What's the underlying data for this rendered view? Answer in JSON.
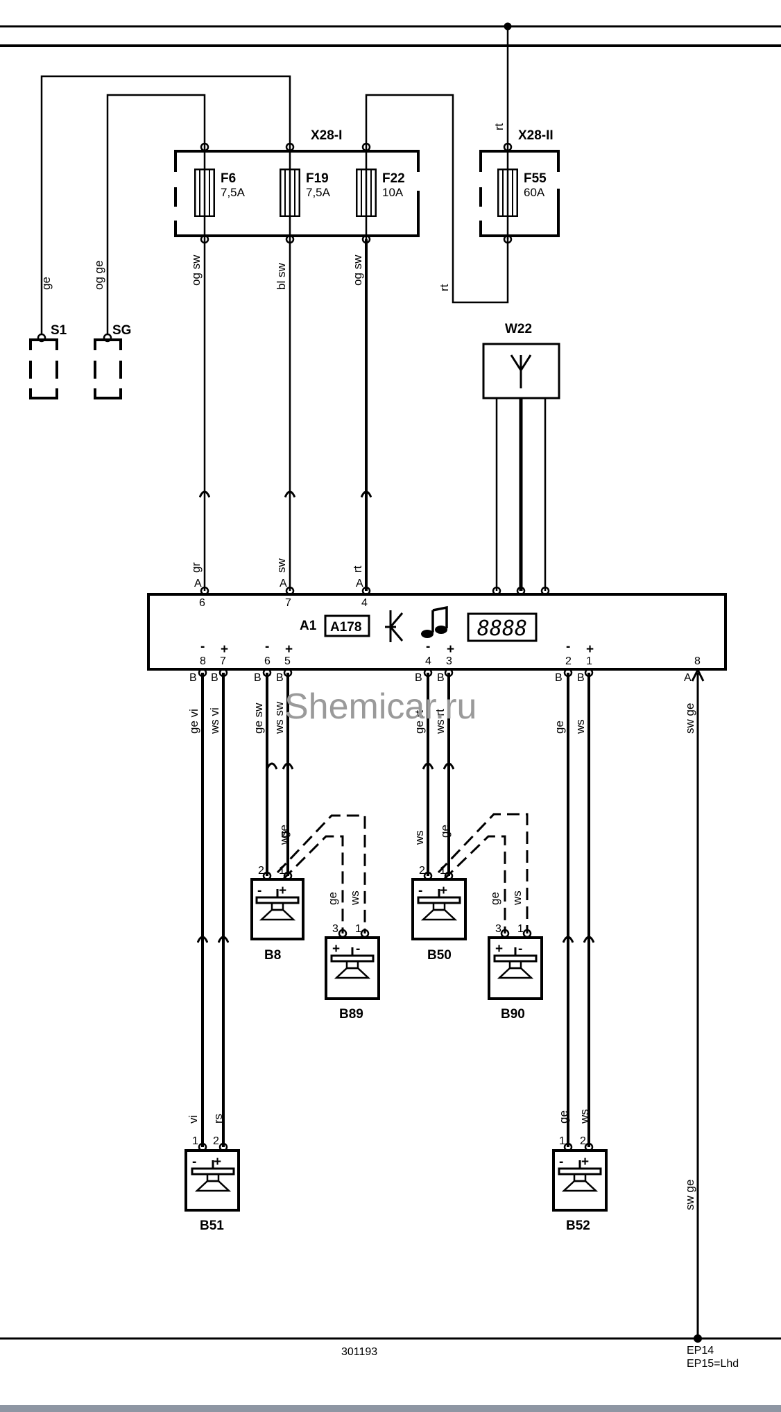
{
  "fuse_boxes": {
    "x28_1": {
      "label": "X28-I"
    },
    "x28_2": {
      "label": "X28-II"
    }
  },
  "fuses": [
    {
      "name": "F6",
      "rating": "7,5A"
    },
    {
      "name": "F19",
      "rating": "7,5A"
    },
    {
      "name": "F22",
      "rating": "10A"
    },
    {
      "name": "F55",
      "rating": "60A"
    }
  ],
  "connectors": {
    "s1": "S1",
    "sg": "SG"
  },
  "antenna": {
    "label": "W22"
  },
  "radio": {
    "label": "A1",
    "code": "A178",
    "display_text": "8888",
    "top_pins": [
      {
        "pin": "6",
        "conn": "A",
        "wire": "gr"
      },
      {
        "pin": "7",
        "conn": "A",
        "wire": "sw"
      },
      {
        "pin": "4",
        "conn": "A",
        "wire": "rt"
      }
    ],
    "bottom_pins": [
      {
        "pin": "8",
        "conn": "B",
        "pol": "-",
        "wire": "ge vi"
      },
      {
        "pin": "7",
        "conn": "B",
        "pol": "+",
        "wire": "ws vi"
      },
      {
        "pin": "6",
        "conn": "B",
        "pol": "-",
        "wire": "ge sw"
      },
      {
        "pin": "5",
        "conn": "B",
        "pol": "+",
        "wire": "ws sw"
      },
      {
        "pin": "4",
        "conn": "B",
        "pol": "-",
        "wire": "ge rt"
      },
      {
        "pin": "3",
        "conn": "B",
        "pol": "+",
        "wire": "ws rt"
      },
      {
        "pin": "2",
        "conn": "B",
        "pol": "-",
        "wire": "ge"
      },
      {
        "pin": "1",
        "conn": "B",
        "pol": "+",
        "wire": "ws"
      },
      {
        "pin": "8",
        "conn": "A",
        "pol": "",
        "wire": "sw ge"
      }
    ]
  },
  "wire_colors": {
    "s1": "ge",
    "sg": "og ge",
    "f6_out": "og sw",
    "f19_out": "bl sw",
    "f22_out": "og sw",
    "f55_in": "rt",
    "f55_out": "rt",
    "ground": "sw ge"
  },
  "speakers": [
    {
      "id": "B8",
      "pins": [
        "2",
        "1"
      ],
      "pol": [
        "-",
        "+"
      ],
      "wires": [
        "ws",
        "ge"
      ]
    },
    {
      "id": "B89",
      "pins": [
        "3",
        "1"
      ],
      "pol": [
        "+",
        "-"
      ],
      "wires": [
        "ge",
        "ws"
      ]
    },
    {
      "id": "B50",
      "pins": [
        "2",
        "1"
      ],
      "pol": [
        "-",
        "+"
      ],
      "wires": [
        "ws",
        "ge"
      ]
    },
    {
      "id": "B90",
      "pins": [
        "3",
        "1"
      ],
      "pol": [
        "+",
        "-"
      ],
      "wires": [
        "ge",
        "ws"
      ]
    },
    {
      "id": "B51",
      "pins": [
        "1",
        "2"
      ],
      "pol": [
        "-",
        "+"
      ],
      "wires": [
        "vi",
        "rs"
      ]
    },
    {
      "id": "B52",
      "pins": [
        "1",
        "2"
      ],
      "pol": [
        "-",
        "+"
      ],
      "wires": [
        "ge",
        "ws"
      ]
    }
  ],
  "watermark": "Shemicar.ru",
  "footer": {
    "drawing_number": "301193",
    "ground_point": "EP14",
    "ground_point_alt": "EP15=Lhd"
  }
}
